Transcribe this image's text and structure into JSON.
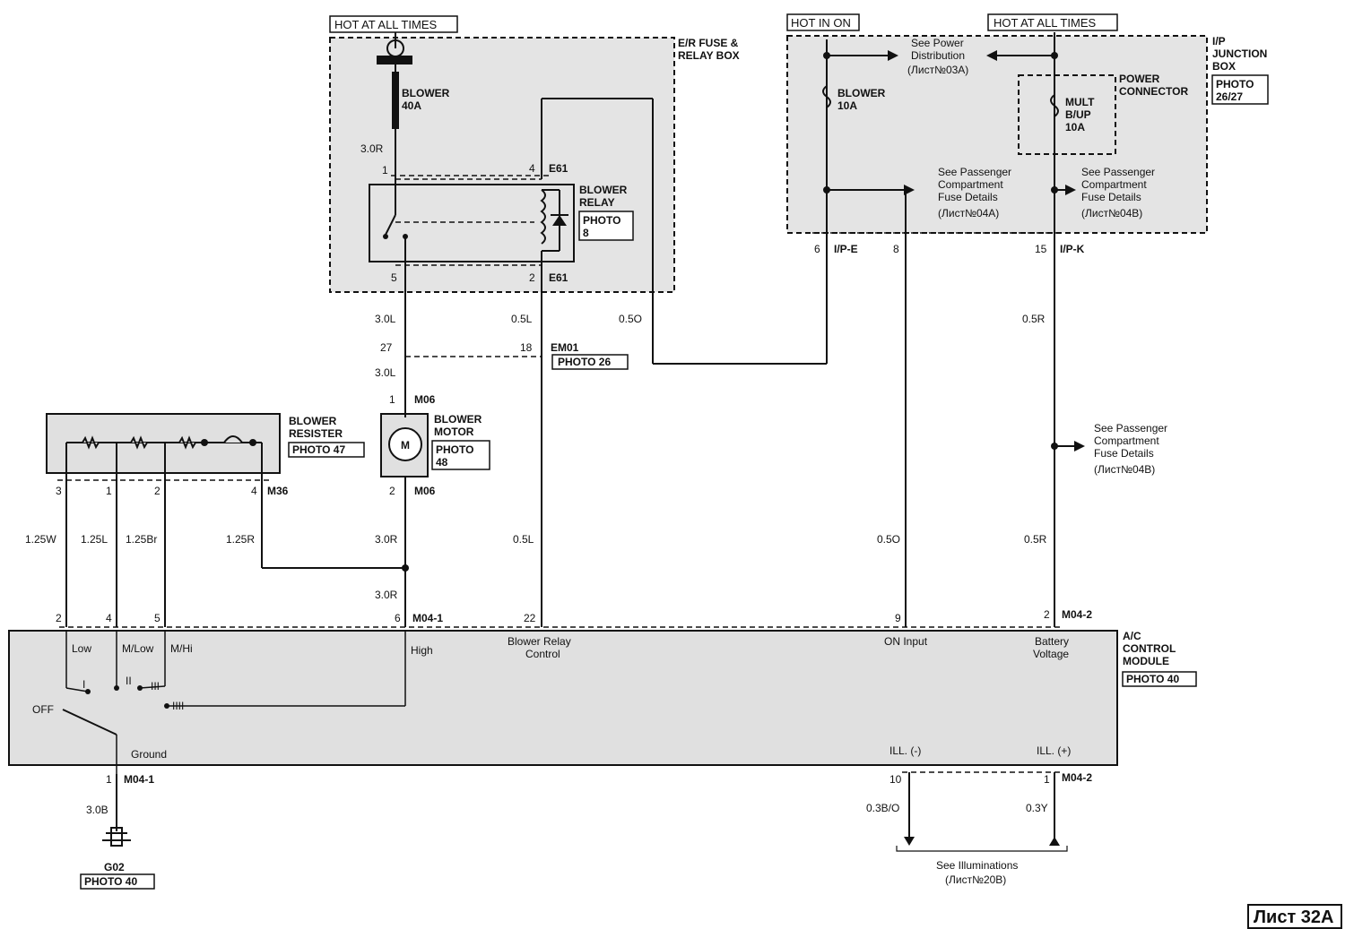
{
  "page_number": "Лист 32A",
  "labels": {
    "hot_at_all_times_1": "HOT AT ALL TIMES",
    "hot_in_on": "HOT IN ON",
    "hot_at_all_times_2": "HOT AT ALL TIMES",
    "er_fuse_box_1": "E/R FUSE &",
    "er_fuse_box_2": "RELAY BOX",
    "ip_junction_1": "I/P",
    "ip_junction_2": "JUNCTION",
    "ip_junction_3": "BOX",
    "photo_2627_1": "PHOTO",
    "photo_2627_2": "26/27",
    "blower_fuse_1": "BLOWER",
    "blower_fuse_2": "40A",
    "blower_relay_1": "BLOWER",
    "blower_relay_2": "RELAY",
    "photo_8_1": "PHOTO",
    "photo_8_2": "8",
    "see_power_1": "See Power",
    "see_power_2": "Distribution",
    "see_power_3": "(Лист№03A)",
    "blower_10a_1": "BLOWER",
    "blower_10a_2": "10A",
    "power_connector_1": "POWER",
    "power_connector_2": "CONNECTOR",
    "mult_1": "MULT",
    "mult_2": "B/UP",
    "mult_3": "10A",
    "see_pass_a_1": "See Passenger",
    "see_pass_a_2": "Compartment",
    "see_pass_a_3": "Fuse Details",
    "see_pass_a_4": "(Лист№04A)",
    "see_pass_b_1": "See Passenger",
    "see_pass_b_2": "Compartment",
    "see_pass_b_3": "Fuse Details",
    "see_pass_b_4": "(Лист№04B)",
    "see_pass_c_1": "See Passenger",
    "see_pass_c_2": "Compartment",
    "see_pass_c_3": "Fuse Details",
    "see_pass_c_4": "(Лист№04B)",
    "w_3_0r_top": "3.0R",
    "pin_1_top": "1",
    "pin_4_e61": "4",
    "e61_top": "E61",
    "pin_5": "5",
    "pin_2_e61": "2",
    "e61_bot": "E61",
    "pin_6_ipe": "6",
    "ip_e": "I/P-E",
    "pin_8": "8",
    "pin_15": "15",
    "ip_k": "I/P-K",
    "w_3_0l_1": "3.0L",
    "w_0_5l_1": "0.5L",
    "w_0_5o_1": "0.5O",
    "w_0_5r_1": "0.5R",
    "pin_27": "27",
    "pin_18": "18",
    "em01": "EM01",
    "photo_26": "PHOTO 26",
    "w_3_0l_2": "3.0L",
    "pin_1_m06": "1",
    "m06_top": "M06",
    "blower_motor_1": "BLOWER",
    "blower_motor_2": "MOTOR",
    "photo_48_1": "PHOTO",
    "photo_48_2": "48",
    "motor_m": "M",
    "pin_2_m06": "2",
    "m06_bot": "M06",
    "blower_resister_1": "BLOWER",
    "blower_resister_2": "RESISTER",
    "photo_47": "PHOTO 47",
    "res_pin_3": "3",
    "res_pin_1": "1",
    "res_pin_2": "2",
    "res_pin_4": "4",
    "m36": "M36",
    "w_1_25w": "1.25W",
    "w_1_25l": "1.25L",
    "w_1_25br": "1.25Br",
    "w_1_25r": "1.25R",
    "w_3_0r_mid": "3.0R",
    "w_0_5l_2": "0.5L",
    "w_0_5o_2": "0.5O",
    "w_0_5r_2": "0.5R",
    "w_3_0r_low": "3.0R",
    "mod_pin_2": "2",
    "mod_pin_4": "4",
    "mod_pin_5": "5",
    "mod_pin_6": "6",
    "m04_1_top": "M04-1",
    "mod_pin_22": "22",
    "mod_pin_9": "9",
    "mod_pin_2b": "2",
    "m04_2_top": "M04-2",
    "low": "Low",
    "mlow": "M/Low",
    "mhi": "M/Hi",
    "high": "High",
    "blower_relay_ctrl_1": "Blower Relay",
    "blower_relay_ctrl_2": "Control",
    "on_input": "ON Input",
    "battery_1": "Battery",
    "battery_2": "Voltage",
    "ac_module_1": "A/C",
    "ac_module_2": "CONTROL",
    "ac_module_3": "MODULE",
    "photo_40_mod": "PHOTO 40",
    "sw_i": "I",
    "sw_ii": "II",
    "sw_iii": "III",
    "sw_iiii": "IIII",
    "off": "OFF",
    "ground": "Ground",
    "ill_minus": "ILL. (-)",
    "ill_plus": "ILL. (+)",
    "pin_1_gnd": "1",
    "m04_1_bot": "M04-1",
    "pin_10": "10",
    "pin_1_ill": "1",
    "m04_2_bot": "M04-2",
    "w_3_0b": "3.0B",
    "w_0_3bo": "0.3B/O",
    "w_0_3y": "0.3Y",
    "g02": "G02",
    "photo_40_gnd": "PHOTO 40",
    "see_illum_1": "See Illuminations",
    "see_illum_2": "(Лист№20B)"
  }
}
